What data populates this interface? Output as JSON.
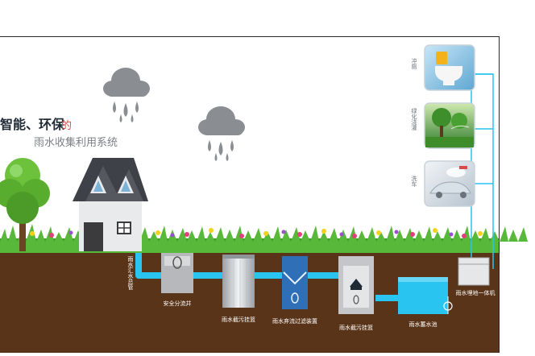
{
  "title": {
    "part1": "智能、环保",
    "part2": "的",
    "subtitle": "雨水收集利用系统"
  },
  "uses": [
    {
      "label": "冲厕",
      "icon": "toilet-icon"
    },
    {
      "label": "绿化浇灌",
      "icon": "garden-sprinkler-icon"
    },
    {
      "label": "洗车",
      "icon": "car-wash-icon"
    }
  ],
  "components": {
    "downpipe": "雨水汇水总管",
    "safety_well": "安全分流井",
    "filter_basket": "雨水截污挂篮",
    "discard_filter": "雨水弃流过滤装置",
    "sediment_basket": "雨水截污挂篮",
    "storage_tank": "雨水蓄水池",
    "integrated_unit": "雨水埋地一体机"
  },
  "colors": {
    "pipe": "#29c4f0",
    "soil": "#5a3418",
    "sky": "#ffffff",
    "title_dark": "#1f2a35",
    "title_accent": "#e8463f",
    "subtitle": "#7a7f85",
    "roof": "#3e4148",
    "cloud": "#8a8d92"
  }
}
